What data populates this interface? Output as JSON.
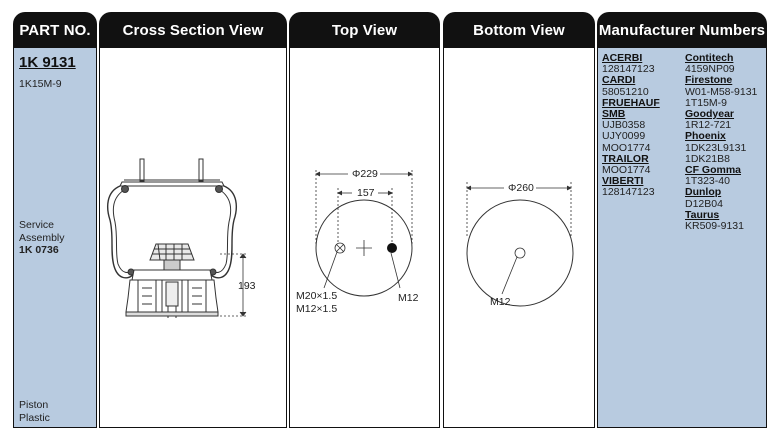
{
  "headers": {
    "part_no": "PART NO.",
    "cross_section": "Cross Section View",
    "top_view": "Top View",
    "bottom_view": "Bottom View",
    "manufacturer": "Manufacturer Numbers"
  },
  "part": {
    "number": "1K 9131",
    "alt_number": "1K15M-9",
    "service_line1": "Service",
    "service_line2": "Assembly",
    "service_number": "1K 0736",
    "piston_line1": "Piston",
    "piston_line2": "Plastic"
  },
  "cross_section": {
    "height_label": "193"
  },
  "top_view": {
    "outer_dia": "Φ229",
    "inner_dim": "157",
    "left_label_1": "M20×1.5",
    "left_label_2": "M12×1.5",
    "right_label": "M12"
  },
  "bottom_view": {
    "dia": "Φ260",
    "label": "M12"
  },
  "manufacturers_left": [
    {
      "brand": "ACERBI",
      "numbers": [
        "128147123"
      ]
    },
    {
      "brand": "CARDI",
      "numbers": [
        "58051210"
      ]
    },
    {
      "brand": "FRUEHAUF",
      "numbers": []
    },
    {
      "brand": "SMB",
      "numbers": [
        "UJB0358",
        "UJY0099",
        "MOO1774"
      ]
    },
    {
      "brand": "TRAILOR",
      "numbers": [
        "MOO1774"
      ]
    },
    {
      "brand": "VIBERTI",
      "numbers": [
        "128147123"
      ]
    }
  ],
  "manufacturers_right": [
    {
      "brand": "Contitech",
      "numbers": [
        "4159NP09"
      ]
    },
    {
      "brand": "Firestone",
      "numbers": [
        "W01-M58-9131",
        "1T15M-9"
      ]
    },
    {
      "brand": "Goodyear",
      "numbers": [
        "1R12-721"
      ]
    },
    {
      "brand": "Phoenix",
      "numbers": [
        "1DK23L9131",
        "1DK21B8"
      ]
    },
    {
      "brand": "CF Gomma",
      "numbers": [
        "1T323-40"
      ]
    },
    {
      "brand": "Dunlop",
      "numbers": [
        "D12B04"
      ]
    },
    {
      "brand": "Taurus",
      "numbers": [
        "KR509-9131"
      ]
    }
  ]
}
